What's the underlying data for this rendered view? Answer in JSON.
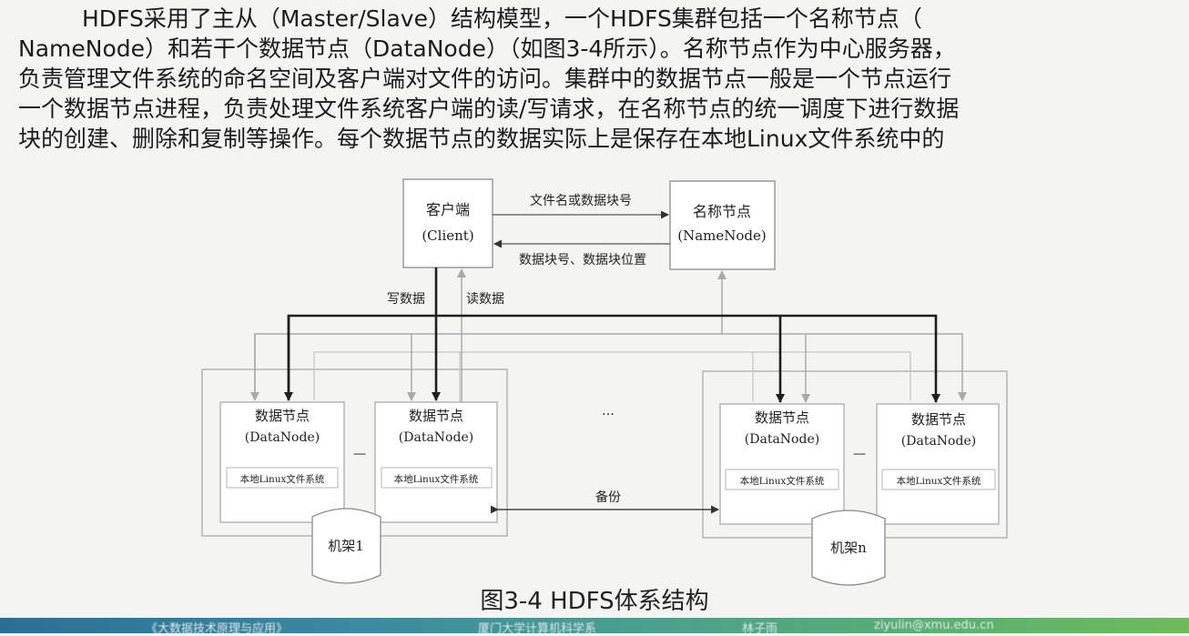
{
  "paragraph": {
    "lines": [
      "HDFS采用了主从（Master/Slave）结构模型，一个HDFS集群包括一个名称节点（",
      "NameNode）和若干个数据节点（DataNode）（如图3-4所示）。名称节点作为中心服务器，",
      "负责管理文件系统的命名空间及客户端对文件的访问。集群中的数据节点一般是一个节点运行",
      "一个数据节点进程，负责处理文件系统客户端的读/写请求，在名称节点的统一调度下进行数据",
      "块的创建、删除和复制等操作。每个数据节点的数据实际上是保存在本地Linux文件系统中的"
    ]
  },
  "diagram": {
    "client": {
      "title": "客户端",
      "subtitle": "(Client)"
    },
    "namenode": {
      "title": "名称节点",
      "subtitle": "(NameNode)"
    },
    "edge_to_namenode": "文件名或数据块号",
    "edge_to_client": "数据块号、数据块位置",
    "write_label": "写数据",
    "read_label": "读数据",
    "datanode_title": "数据节点",
    "datanode_subtitle": "(DataNode)",
    "local_fs": "本地Linux文件系统",
    "ellipsis": "—",
    "ellipsis_racks": "…",
    "backup_label": "备份",
    "rack1": "机架1",
    "rackn": "机架n"
  },
  "caption": "图3-4 HDFS体系结构",
  "footer": {
    "left": "《大数据技术原理与应用》",
    "middle": "厦门大学计算机科学系",
    "author": "林子雨",
    "email": "ziyulin@xmu.edu.cn"
  }
}
